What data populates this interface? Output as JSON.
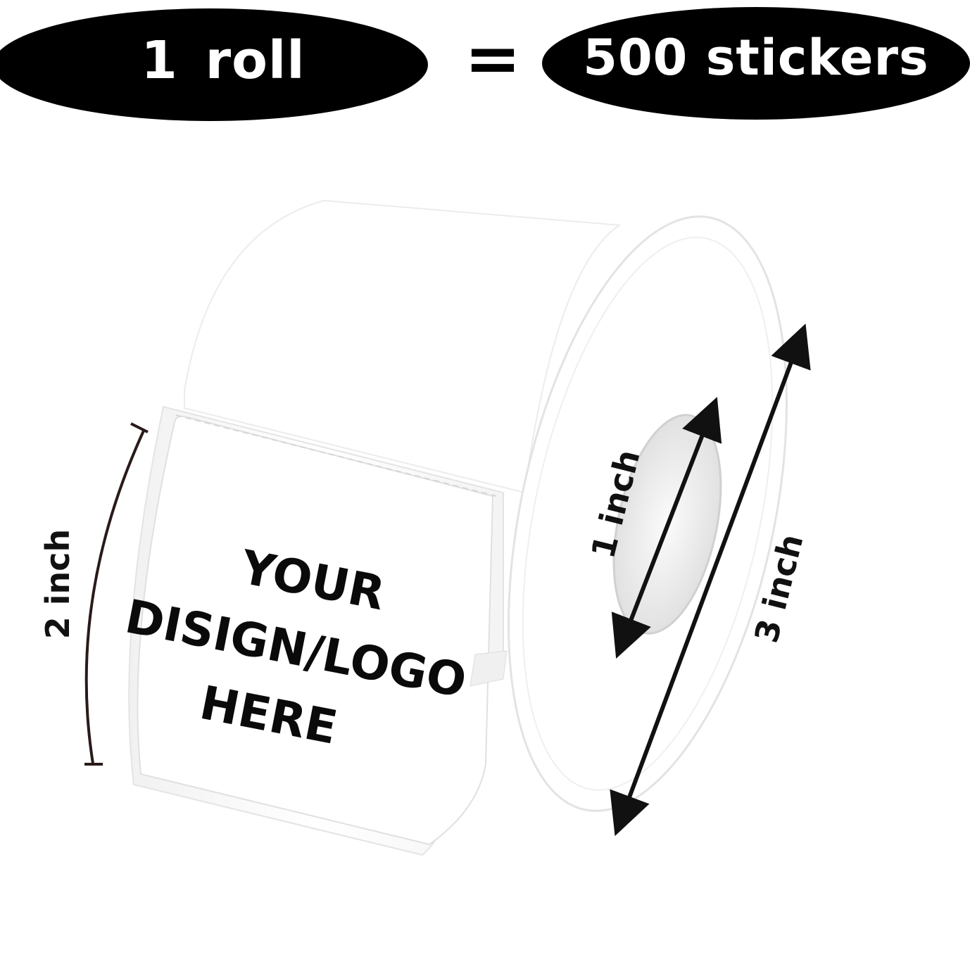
{
  "header": {
    "left_label": "1 roll",
    "equals_sign": "=",
    "right_label": "500 stickers"
  },
  "label": {
    "lines": [
      "YOUR",
      "DISIGN/LOGO",
      "HERE"
    ]
  },
  "dimensions": {
    "height_label": "2 inch",
    "core_label": "1 inch",
    "diameter_label": "3 inch"
  },
  "colors": {
    "pill_background": "#000000",
    "pill_text": "#ffffff",
    "label_text": "#0a0a0a"
  }
}
